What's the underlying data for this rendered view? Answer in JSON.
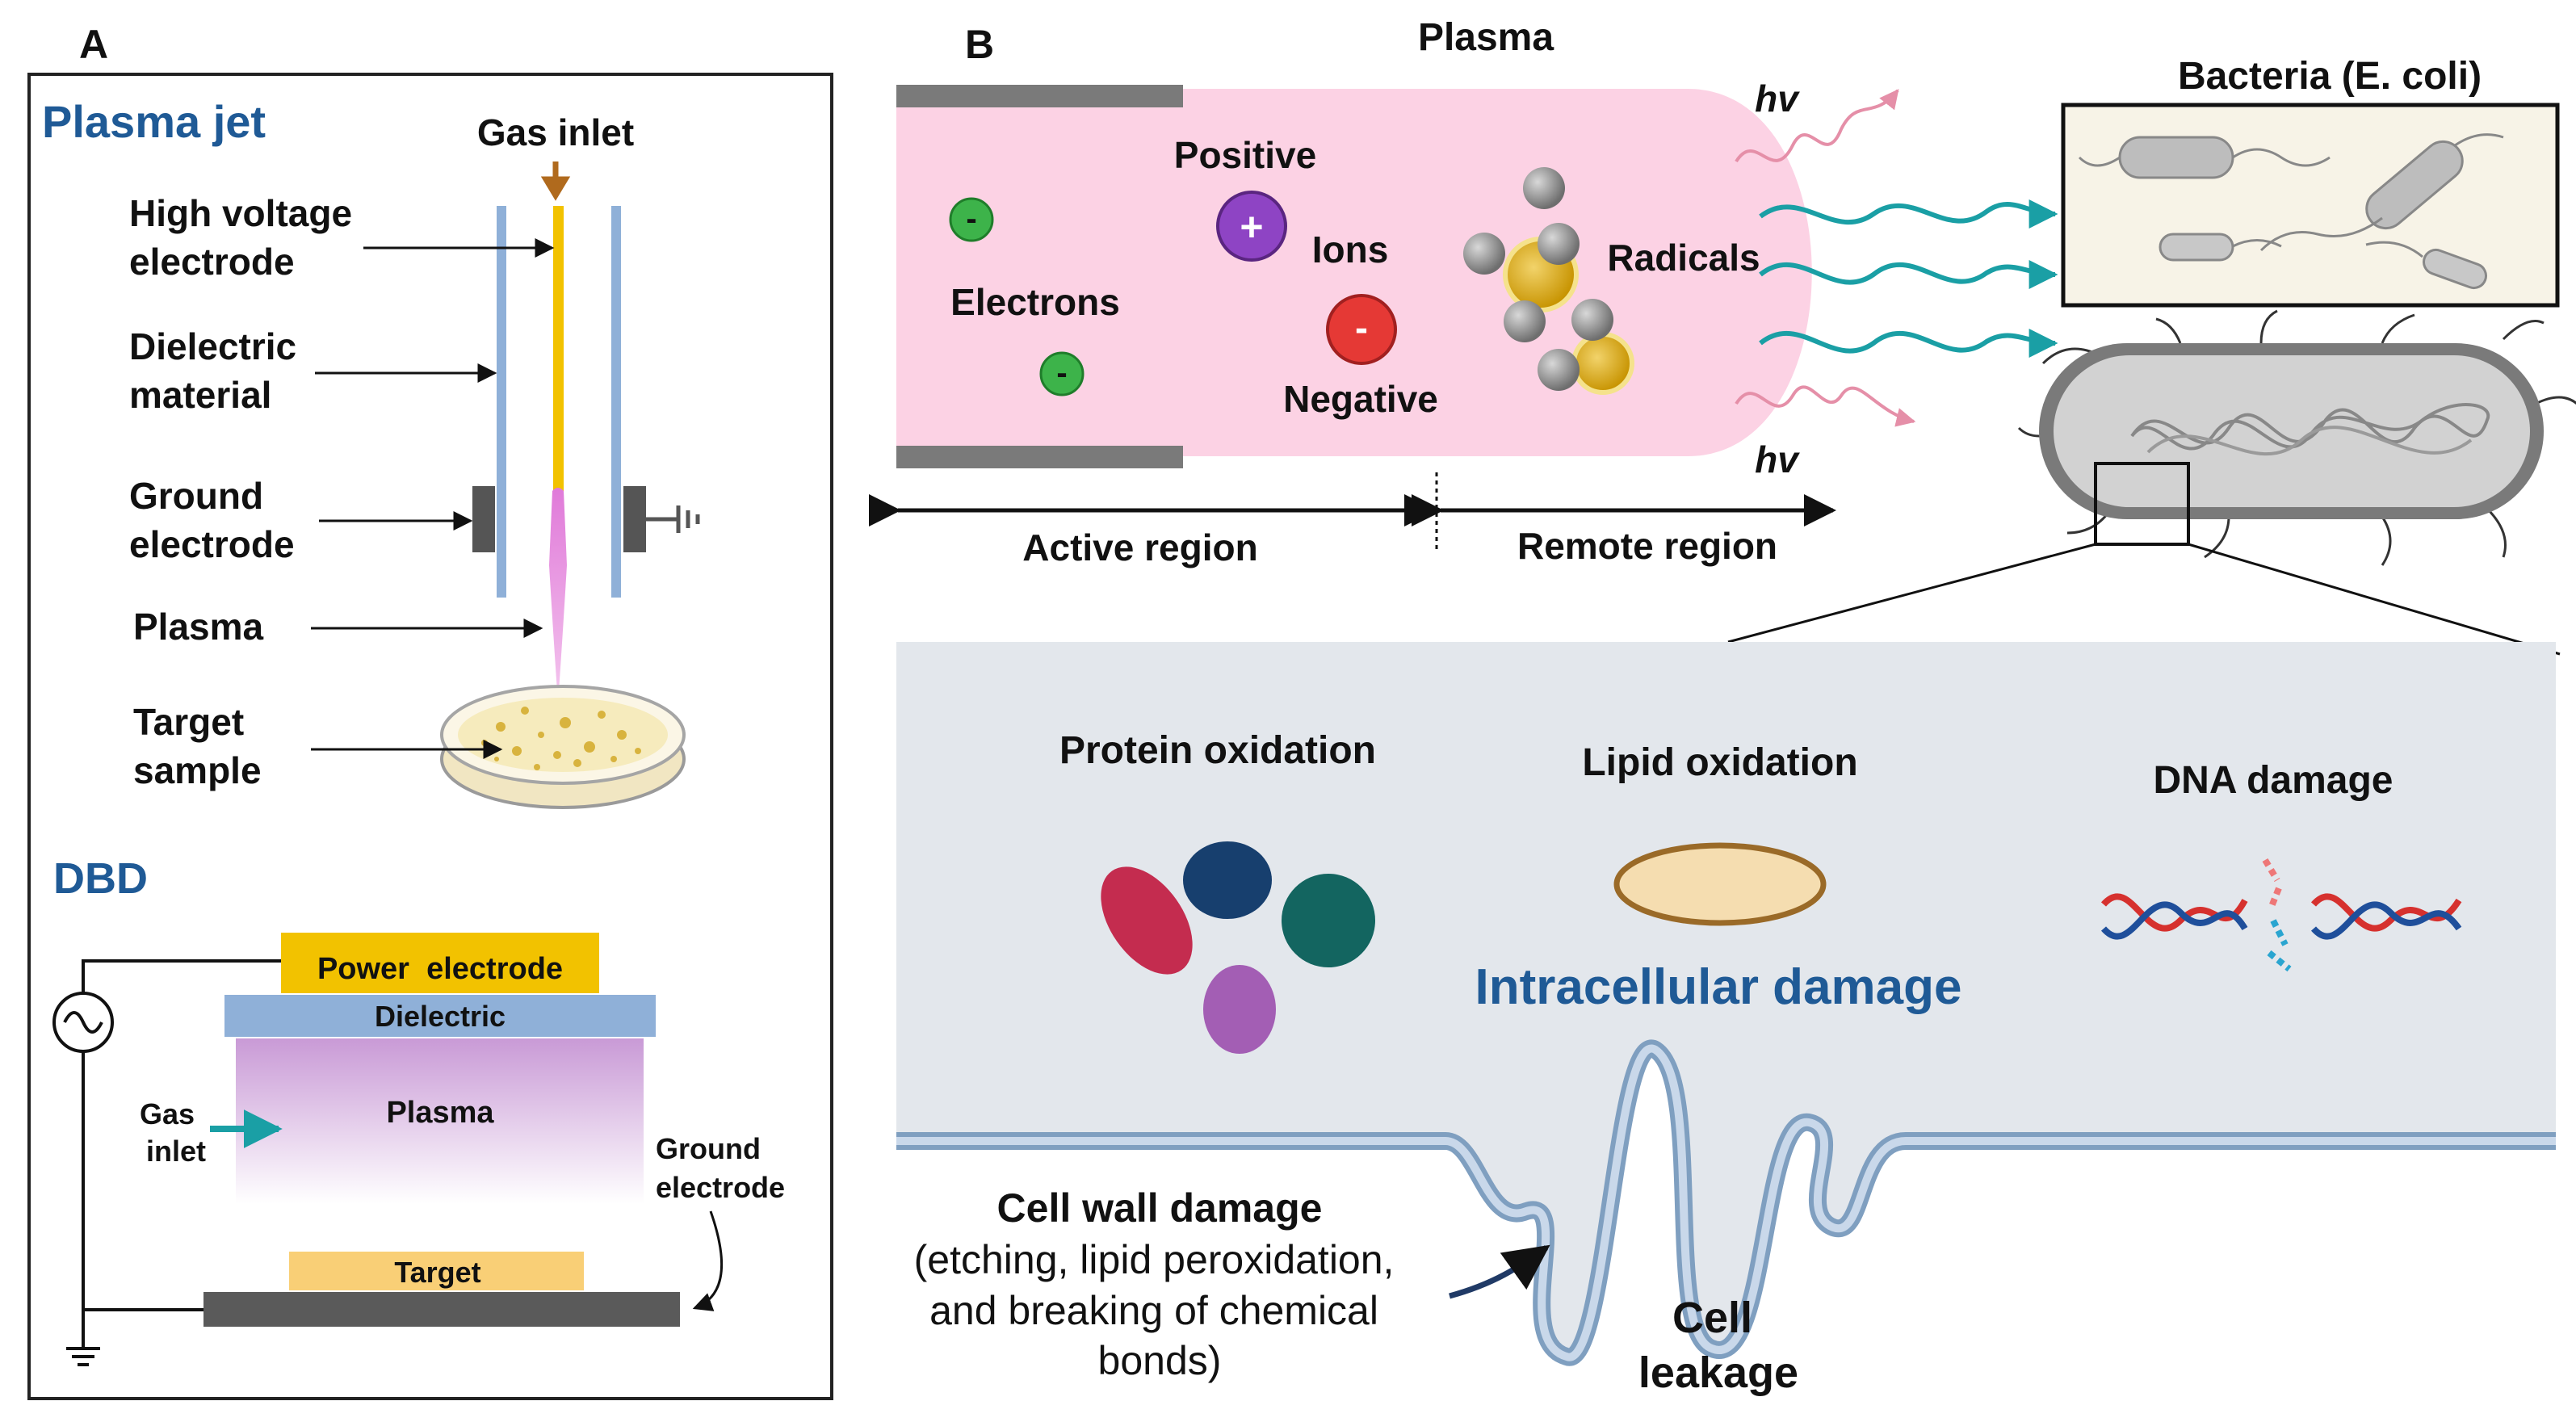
{
  "panel_a": {
    "letter": "A",
    "jet": {
      "title": "Plasma jet",
      "gas_inlet": "Gas inlet",
      "hv_electrode": [
        "High voltage",
        "electrode"
      ],
      "dielectric": [
        "Dielectric",
        "material"
      ],
      "ground": [
        "Ground",
        "electrode"
      ],
      "plasma": "Plasma",
      "target": [
        "Target",
        "sample"
      ]
    },
    "dbd": {
      "title": "DBD",
      "power_electrode": "Power  electrode",
      "dielectric": "Dielectric",
      "plasma": "Plasma",
      "gas_inlet": [
        "Gas",
        "inlet"
      ],
      "ground": [
        "Ground",
        "electrode"
      ],
      "target": "Target"
    }
  },
  "panel_b": {
    "letter": "B",
    "plasma_title": "Plasma",
    "positive": "Positive",
    "positive_sign": "+",
    "ions": "Ions",
    "negative": "Negative",
    "negative_sign": "-",
    "electron_sign": "-",
    "electrons": "Electrons",
    "radicals": "Radicals",
    "hv_top": "hv",
    "hv_bottom": "hv",
    "active_region": "Active region",
    "remote_region": "Remote region",
    "bacteria": "Bacteria (E. coli)",
    "protein_oxidation": "Protein oxidation",
    "lipid_oxidation": "Lipid oxidation",
    "dna_damage": "DNA damage",
    "intracellular": "Intracellular damage",
    "cell_wall": {
      "title": "Cell wall damage",
      "lines": [
        "(etching, lipid peroxidation,",
        "and breaking of chemical",
        "bonds)"
      ]
    },
    "cell_leakage": [
      "Cell",
      "leakage"
    ]
  },
  "colors": {
    "title_blue": "#1f5a96",
    "plasma_pink": "#fcd2e4",
    "dielectric_blue": "#8fb0d8",
    "electrode_gold": "#f2c200",
    "teal": "#1a9fa5",
    "zoom_bg": "#e3e7ec"
  }
}
